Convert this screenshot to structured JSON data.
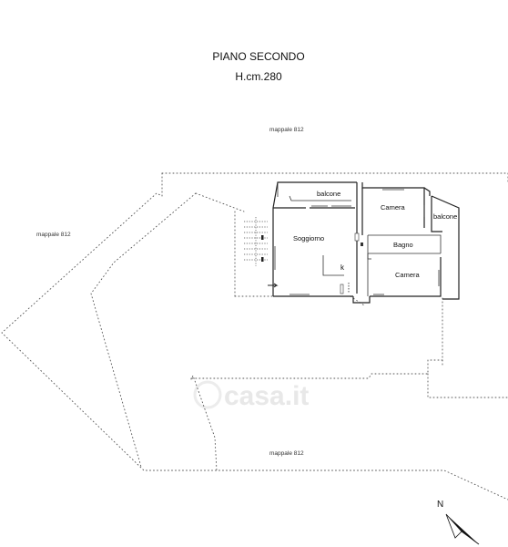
{
  "header": {
    "floor_title": "PIANO SECONDO",
    "height_label": "H.cm.280"
  },
  "parcel_labels": {
    "top": "mappale 812",
    "left": "mappale 812",
    "bottom": "mappale 812"
  },
  "rooms": {
    "balcone_top": "balcone",
    "balcone_right": "balcone",
    "soggiorno": "Soggiorno",
    "kitchen_mark": "k",
    "camera_upper": "Camera",
    "bagno": "Bagno",
    "camera_lower": "Camera"
  },
  "watermark": {
    "text": "casa.it"
  },
  "compass": {
    "north_label": "N",
    "icon": "north-arrow-icon"
  }
}
